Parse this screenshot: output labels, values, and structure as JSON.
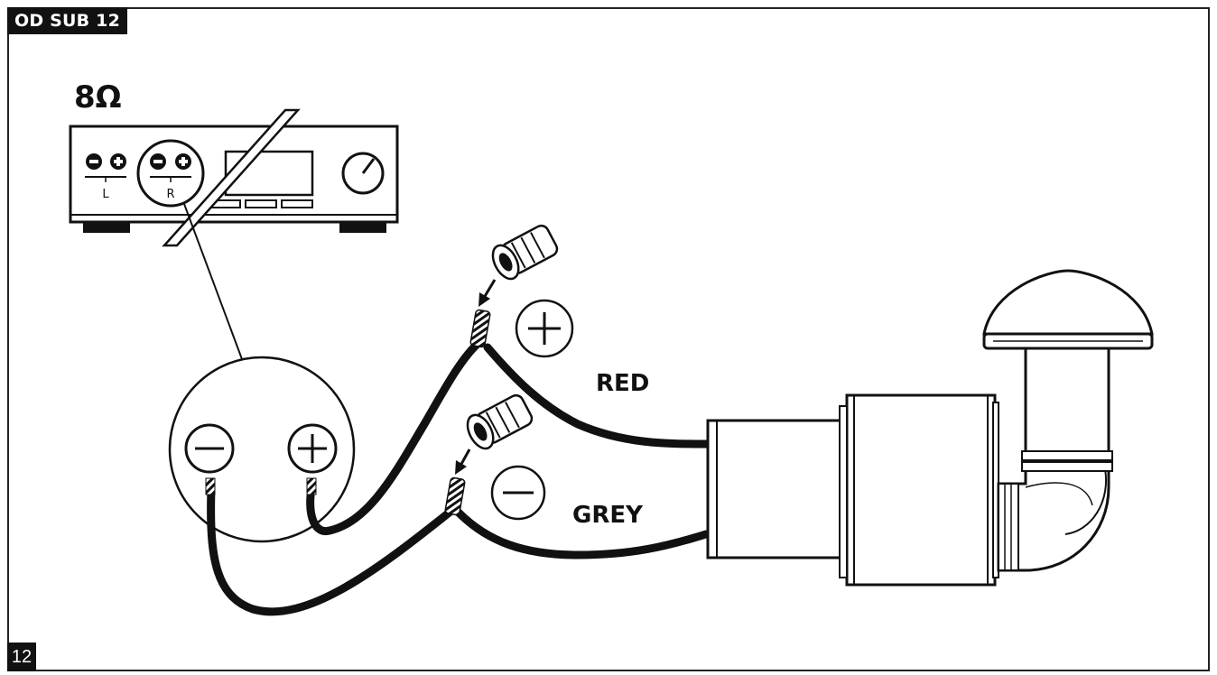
{
  "header": {
    "title": "OD SUB 12"
  },
  "footer": {
    "page_number": "12"
  },
  "amplifier": {
    "impedance": "8Ω",
    "channel_left": "L",
    "channel_right": "R"
  },
  "wires": {
    "positive_label": "RED",
    "negative_label": "GREY"
  },
  "symbols": {
    "plus": "+",
    "minus": "−"
  },
  "icons": [
    "wire-nut-icon",
    "plus-symbol-icon",
    "minus-symbol-icon",
    "volume-knob-icon",
    "subwoofer-icon"
  ],
  "colors": {
    "ink": "#111111",
    "background": "#ffffff"
  }
}
